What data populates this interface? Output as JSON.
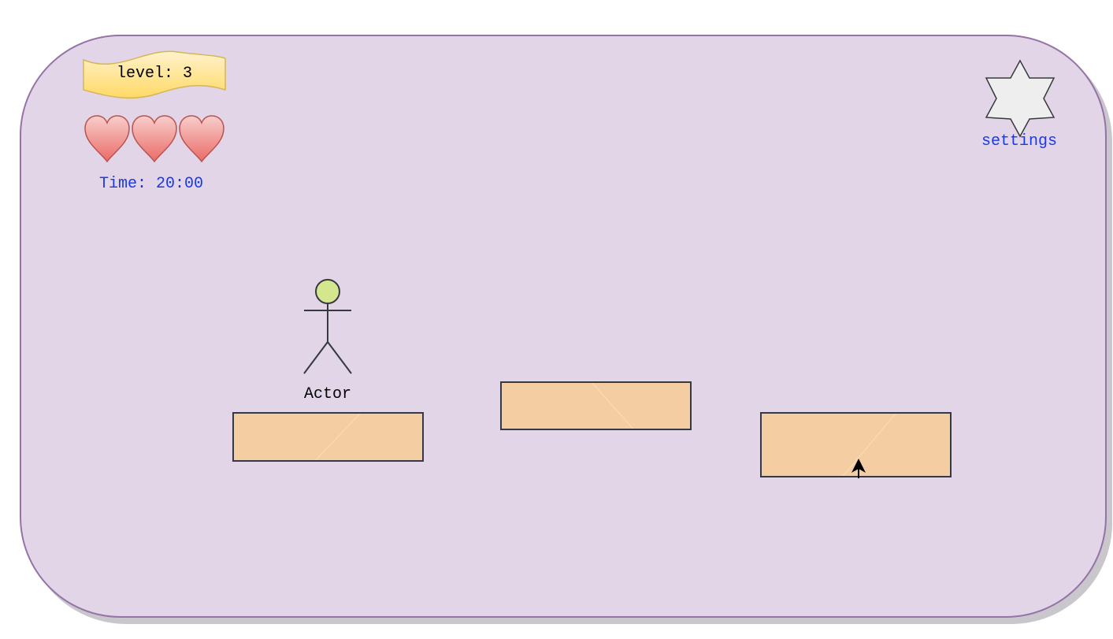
{
  "hud": {
    "level_label": "level: 3",
    "lives": 3,
    "timer_label": "Time: 20:00"
  },
  "settings": {
    "label": "settings",
    "icon": "hexagram-star-icon"
  },
  "player": {
    "label": "Actor",
    "icon": "stick-figure-actor-icon"
  },
  "platforms": [
    {
      "id": "platform-1"
    },
    {
      "id": "platform-2"
    },
    {
      "id": "platform-3"
    }
  ],
  "colors": {
    "background": "#e1d5e7",
    "frame_border": "#9673a6",
    "banner_fill": "#fff2cc",
    "banner_stroke": "#d6b656",
    "heart_fill": "#f8cecc",
    "heart_stroke": "#b85450",
    "platform_fill": "#f5cda2",
    "actor_head": "#d4e78f",
    "text_blue": "#1a3ae6"
  }
}
